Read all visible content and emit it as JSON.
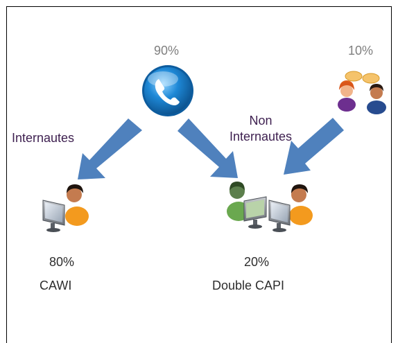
{
  "phone_percent": "90%",
  "people_percent": "10%",
  "branch_left_label": "Internautes",
  "branch_right_label_line1": "Non",
  "branch_right_label_line2": "Internautes",
  "caw_percent": "80%",
  "caw_label": "CAWI",
  "capi_percent": "20%",
  "capi_label": "Double CAPI",
  "icons": {
    "phone": "phone-icon",
    "people": "two-people-icon",
    "cawi_operator": "computer-user-icon",
    "capi_operator_green": "computer-user-icon-green",
    "capi_operator_orange": "computer-user-icon-orange"
  },
  "colors": {
    "arrow": "#4f81bd",
    "phone_blue": "#1e88d6",
    "orange": "#f39a1e",
    "green": "#6aa84f",
    "label_gray": "#7f7f7f",
    "label_purple": "#3d1f4f"
  }
}
